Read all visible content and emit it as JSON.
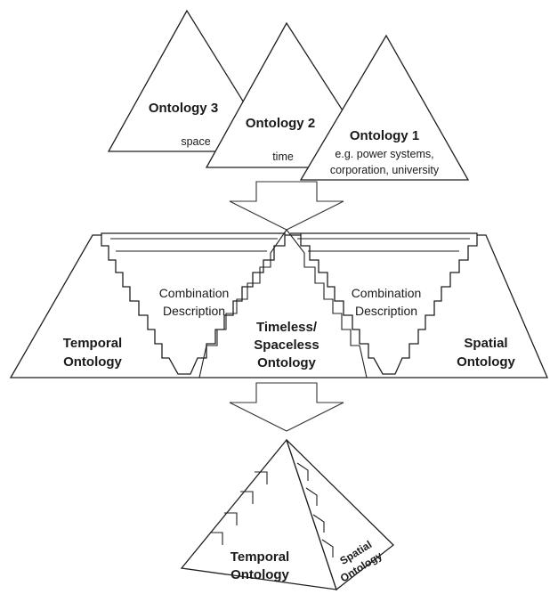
{
  "top_tier": {
    "ontology3": {
      "title": "Ontology 3",
      "subtitle": "space"
    },
    "ontology2": {
      "title": "Ontology 2",
      "subtitle": "time"
    },
    "ontology1": {
      "title": "Ontology 1",
      "line1": "e.g. power systems,",
      "line2": "corporation, university"
    }
  },
  "middle_tier": {
    "temporal": {
      "line1": "Temporal",
      "line2": "Ontology"
    },
    "combination_left": {
      "line1": "Combination",
      "line2": "Description"
    },
    "timeless": {
      "line1": "Timeless/",
      "line2": "Spaceless",
      "line3": "Ontology"
    },
    "combination_right": {
      "line1": "Combination",
      "line2": "Description"
    },
    "spatial": {
      "line1": "Spatial",
      "line2": "Ontology"
    }
  },
  "bottom_tier": {
    "temporal": {
      "line1": "Temporal",
      "line2": "Ontology"
    },
    "spatial": {
      "line1": "Spatial",
      "line2": "Ontology"
    }
  },
  "colors": {
    "stroke": "#1f1f1f",
    "fill": "#ffffff",
    "text": "#1a1a1a"
  }
}
